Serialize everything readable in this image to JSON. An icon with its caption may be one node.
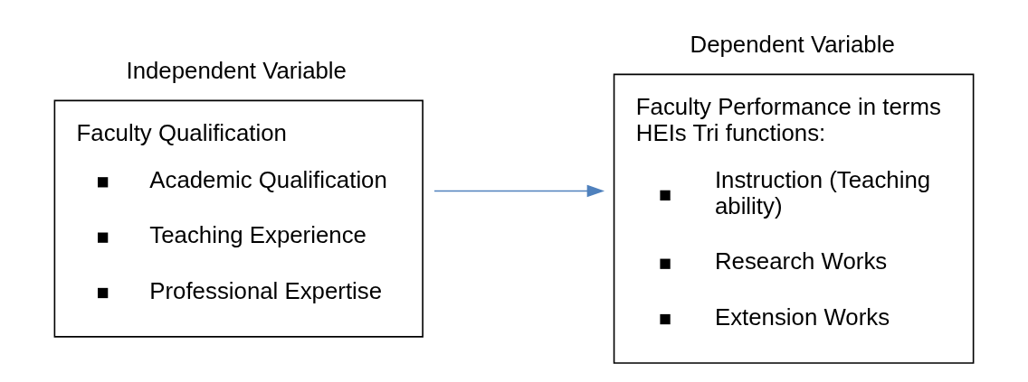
{
  "diagram": {
    "nodes": [
      {
        "text": [
          "Independent Variable",
          "Faculty Qualification",
          "Academic Qualification",
          "Teaching Experience",
          "Professional Expertise"
        ]
      },
      {
        "text": [
          "Dependent Variable",
          "Faculty Performance in terms HEIs Tri functions:",
          "Instruction (Teaching ability)",
          "Research Works",
          "Extension Works"
        ]
      }
    ],
    "edges": [
      {
        "from": 0,
        "to": 1,
        "arrow": "to",
        "color": "#4f81bd"
      }
    ]
  }
}
